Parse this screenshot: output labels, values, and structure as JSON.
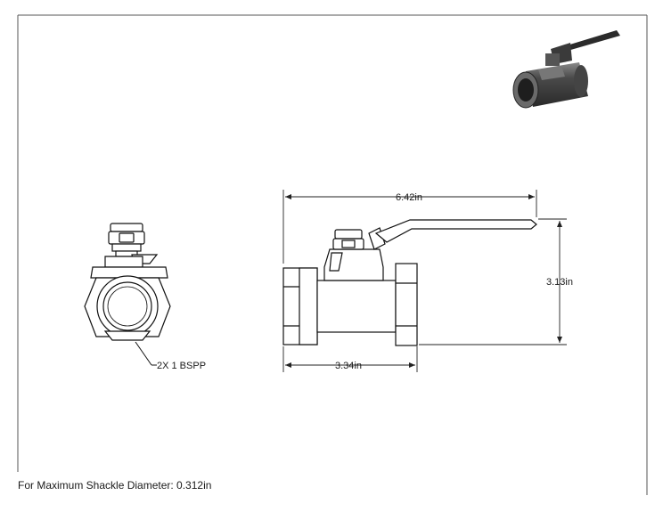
{
  "dimensions": {
    "overall_length": "6.42in",
    "overall_height": "3.13in",
    "body_length": "3.34in"
  },
  "callouts": {
    "port": "2X 1 BSPP"
  },
  "footer": {
    "note": "For Maximum Shackle Diameter: 0.312in"
  },
  "icons": [
    "iso-view-ball-valve",
    "front-view-ball-valve",
    "side-view-ball-valve"
  ]
}
